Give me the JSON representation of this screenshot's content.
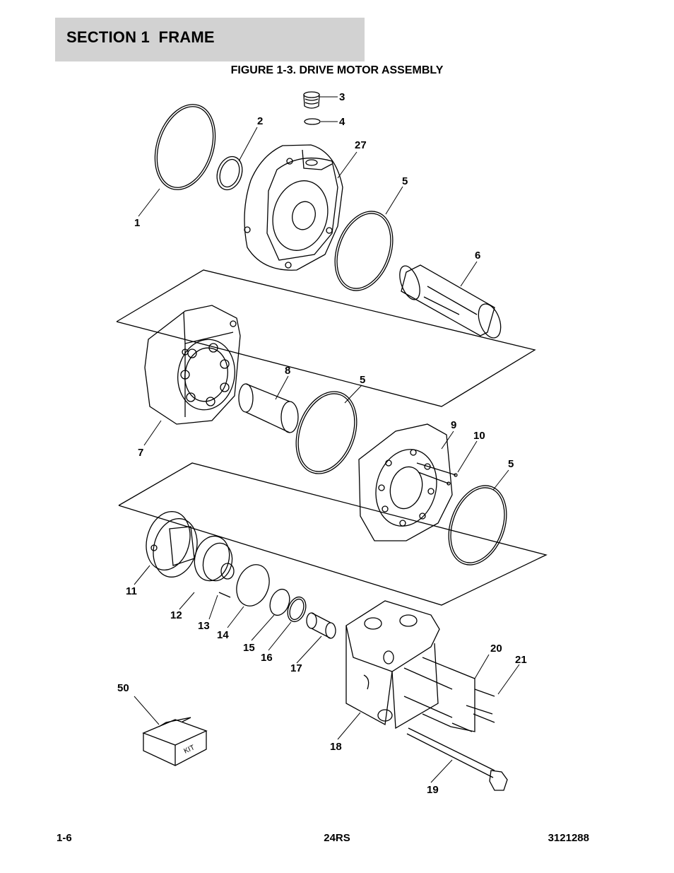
{
  "header": {
    "section_title": "SECTION 1  FRAME"
  },
  "figure": {
    "title": "FIGURE 1-3. DRIVE MOTOR ASSEMBLY",
    "kit_label": "KIT",
    "callouts": [
      {
        "id": "c1",
        "label": "1"
      },
      {
        "id": "c2",
        "label": "2"
      },
      {
        "id": "c3",
        "label": "3"
      },
      {
        "id": "c4",
        "label": "4"
      },
      {
        "id": "c27",
        "label": "27"
      },
      {
        "id": "c5a",
        "label": "5"
      },
      {
        "id": "c6",
        "label": "6"
      },
      {
        "id": "c7",
        "label": "7"
      },
      {
        "id": "c8",
        "label": "8"
      },
      {
        "id": "c5b",
        "label": "5"
      },
      {
        "id": "c9",
        "label": "9"
      },
      {
        "id": "c10",
        "label": "10"
      },
      {
        "id": "c5c",
        "label": "5"
      },
      {
        "id": "c11",
        "label": "11"
      },
      {
        "id": "c12",
        "label": "12"
      },
      {
        "id": "c13",
        "label": "13"
      },
      {
        "id": "c14",
        "label": "14"
      },
      {
        "id": "c15",
        "label": "15"
      },
      {
        "id": "c16",
        "label": "16"
      },
      {
        "id": "c17",
        "label": "17"
      },
      {
        "id": "c18",
        "label": "18"
      },
      {
        "id": "c19",
        "label": "19"
      },
      {
        "id": "c20",
        "label": "20"
      },
      {
        "id": "c21",
        "label": "21"
      },
      {
        "id": "c50",
        "label": "50"
      }
    ]
  },
  "footer": {
    "page_number": "1-6",
    "model": "24RS",
    "doc_number": "3121288"
  }
}
